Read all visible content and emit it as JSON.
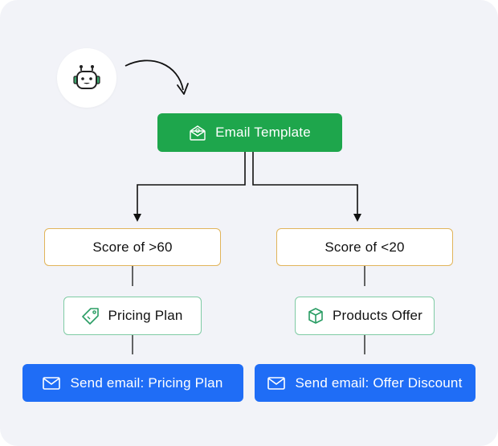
{
  "trigger": {
    "icon": "robot-icon"
  },
  "root": {
    "label": "Email Template",
    "icon": "email-template-icon",
    "color": "#1ea64c"
  },
  "branches": [
    {
      "condition": "Score of >60",
      "offer": {
        "label": "Pricing Plan",
        "icon": "price-tag-icon"
      },
      "action": {
        "label": "Send email: Pricing Plan",
        "icon": "mail-icon"
      }
    },
    {
      "condition": "Score of <20",
      "offer": {
        "label": "Products Offer",
        "icon": "package-box-icon"
      },
      "action": {
        "label": "Send email: Offer Discount",
        "icon": "mail-icon"
      }
    }
  ],
  "colors": {
    "background": "#f2f3f8",
    "condition_border": "#e1b45a",
    "offer_border": "#7fcba4",
    "offer_icon": "#2a9d64",
    "action": "#1f6df6"
  }
}
